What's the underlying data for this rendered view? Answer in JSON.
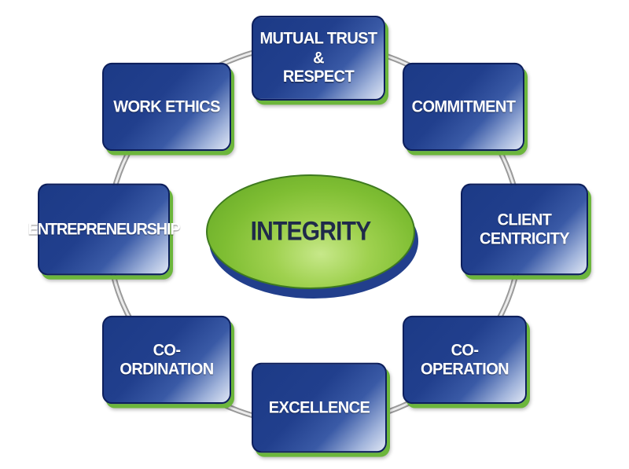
{
  "center": {
    "label": "INTEGRITY"
  },
  "nodes": [
    {
      "id": "mutual-trust",
      "lines": [
        "MUTUAL TRUST &",
        "RESPECT"
      ]
    },
    {
      "id": "commitment",
      "lines": [
        "COMMITMENT"
      ]
    },
    {
      "id": "client-centricity",
      "lines": [
        "CLIENT",
        "CENTRICITY"
      ]
    },
    {
      "id": "co-operation",
      "lines": [
        "CO-OPERATION"
      ]
    },
    {
      "id": "excellence",
      "lines": [
        "EXCELLENCE"
      ]
    },
    {
      "id": "co-ordination",
      "lines": [
        "CO-ORDINATION"
      ]
    },
    {
      "id": "entrepreneurship",
      "lines": [
        "ENTREPRENEURSHIP"
      ]
    },
    {
      "id": "work-ethics",
      "lines": [
        "WORK ETHICS"
      ]
    }
  ],
  "colors": {
    "node_fill": "#213f8d",
    "node_accent": "#6cb63c",
    "center_fill": "#7fbe33",
    "center_text": "#1f2a4a",
    "ring": "#a8a8a8"
  }
}
